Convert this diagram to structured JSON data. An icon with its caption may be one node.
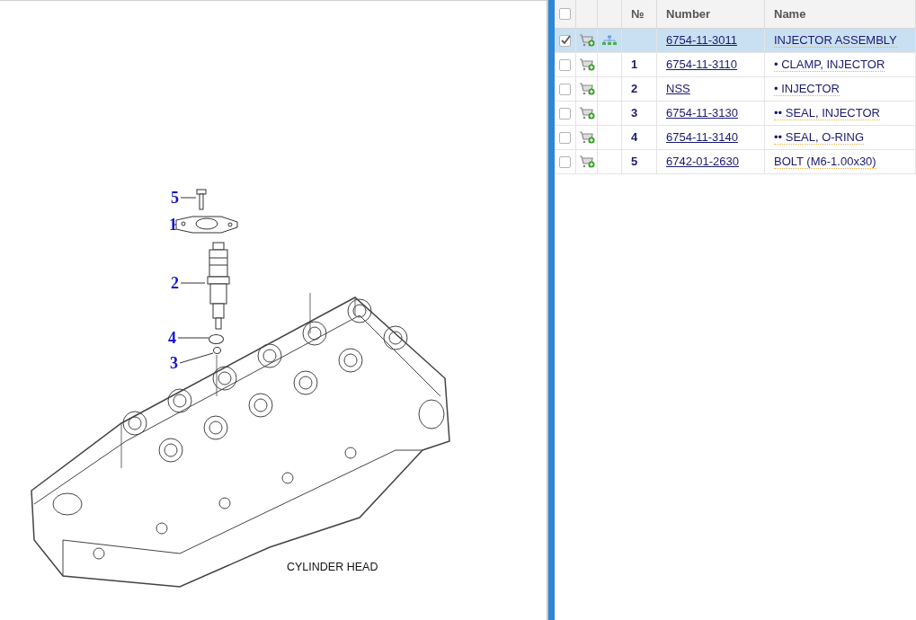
{
  "diagram": {
    "nodes": [
      {
        "text": [
          "5"
        ]
      },
      {
        "text": [
          "1"
        ]
      },
      {
        "text": [
          "2"
        ]
      },
      {
        "text": [
          "4"
        ]
      },
      {
        "text": [
          "3"
        ]
      },
      {
        "text": [],
        "shape": "picture"
      },
      {
        "text": [],
        "shape": "picture"
      },
      {
        "text": [],
        "shape": "picture"
      },
      {
        "text": [],
        "shape": "circle"
      },
      {
        "text": [],
        "shape": "circle"
      }
    ],
    "edges": [
      {
        "from": 0,
        "to": 5,
        "arrow": "none"
      },
      {
        "from": 1,
        "to": 6,
        "arrow": "none"
      },
      {
        "from": 2,
        "to": 7,
        "arrow": "none"
      },
      {
        "from": 3,
        "to": 8,
        "arrow": "none"
      },
      {
        "from": 4,
        "to": 9,
        "arrow": "none"
      }
    ],
    "labels": [
      "CYLINDER HEAD",
      "№",
      "Number",
      "Name",
      "6754-11-3011",
      "INJECTOR ASSEMBLY",
      "1",
      "6754-11-3110",
      "• CLAMP, INJECTOR",
      "2",
      "NSS",
      "• INJECTOR",
      "3",
      "6754-11-3130",
      "•• SEAL, INJECTOR",
      "4",
      "6754-11-3140",
      "•• SEAL, O-RING",
      "5",
      "6742-01-2630",
      "BOLT (M6-1.00x30)"
    ]
  }
}
